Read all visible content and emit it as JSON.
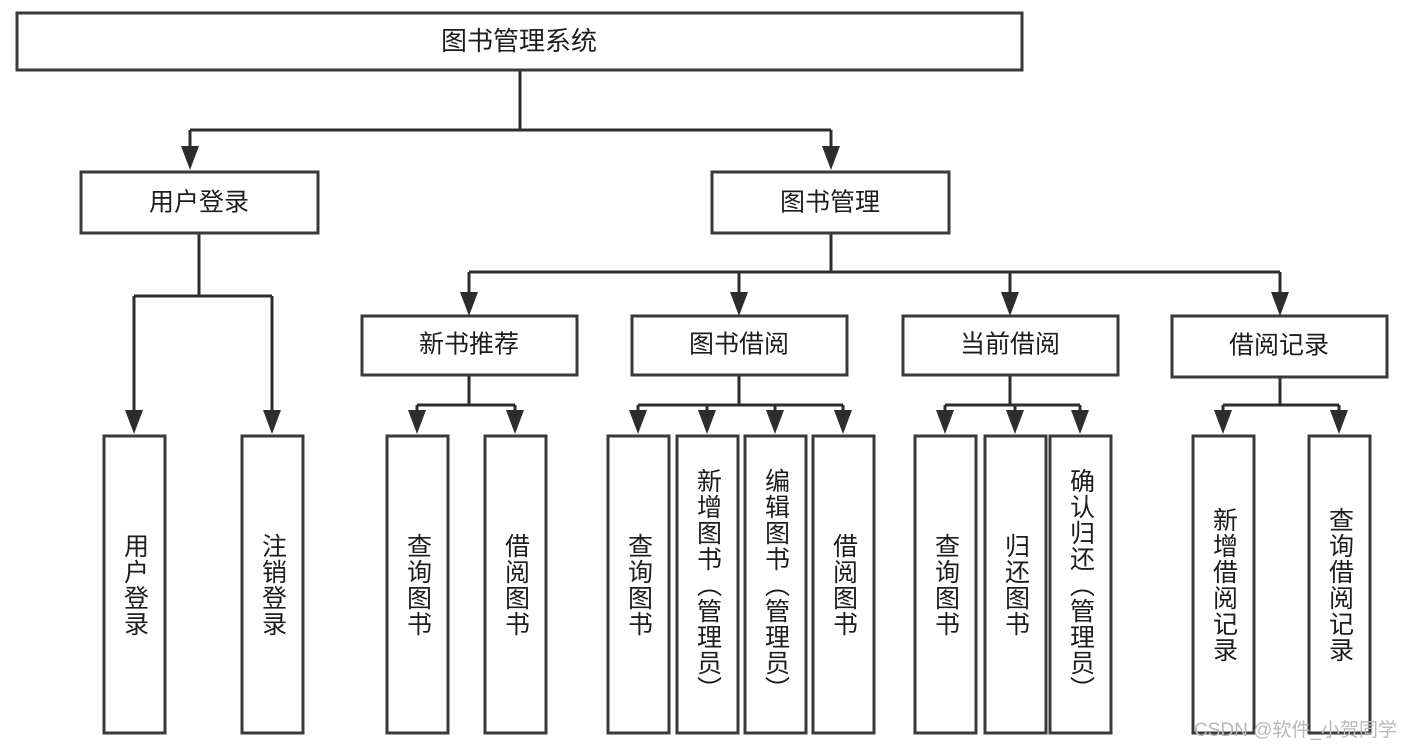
{
  "diagram": {
    "title": "图书管理系统",
    "watermark": "CSDN @软件_小贺同学",
    "colors": {
      "background": "#ffffff",
      "node_fill": "#ffffff",
      "node_stroke": "#3a3a3a",
      "connector": "#2d2d2d",
      "text": "#1d1d1d",
      "watermark": "#b9b9b9"
    },
    "root": {
      "label": "图书管理系统"
    },
    "level2": [
      {
        "label": "用户登录"
      },
      {
        "label": "图书管理"
      }
    ],
    "level3": [
      {
        "label": "新书推荐"
      },
      {
        "label": "图书借阅"
      },
      {
        "label": "当前借阅"
      },
      {
        "label": "借阅记录"
      }
    ],
    "leaves": {
      "user_login": [
        {
          "label": "用户登录"
        },
        {
          "label": "注销登录"
        }
      ],
      "new_book_recommend": [
        {
          "label": "查询图书"
        },
        {
          "label": "借阅图书"
        }
      ],
      "book_borrow": [
        {
          "label": "查询图书"
        },
        {
          "label": "新增图书（管理员）"
        },
        {
          "label": "编辑图书（管理员）"
        },
        {
          "label": "借阅图书"
        }
      ],
      "current_borrow": [
        {
          "label": "查询图书"
        },
        {
          "label": "归还图书"
        },
        {
          "label": "确认归还（管理员）"
        }
      ],
      "borrow_record": [
        {
          "label": "新增借阅记录"
        },
        {
          "label": "查询借阅记录"
        }
      ]
    }
  }
}
